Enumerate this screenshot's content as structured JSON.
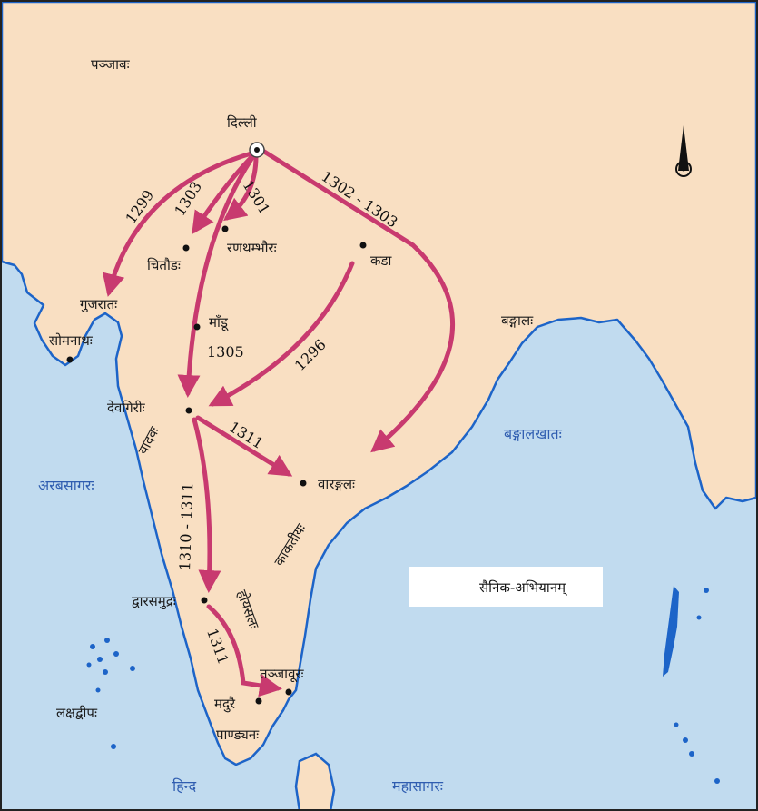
{
  "map": {
    "regions": {
      "punjab": "पञ्जाबः",
      "bengal": "बङ्गालः",
      "lakshadweep": "लक्षद्वीपः"
    },
    "cities": {
      "delhi": "दिल्ली",
      "chittor": "चितौडः",
      "ranthambhore": "रणथम्भौरः",
      "kada": "कडा",
      "gujarat": "गुजरातः",
      "somnath": "सोमनाथः",
      "mandu": "माँडू",
      "devagiri": "देवगिरीः",
      "warangal": "वारङ्गलः",
      "dwarasamudra": "द्वारसमुद्रः",
      "thanjavur": "तञ्जावूरः",
      "madurai": "मदुरै"
    },
    "dynasties": {
      "yadava": "यादवः",
      "kakatiya": "काकतीयः",
      "hoysala": "होयसलः",
      "pandya": "पाण्ड्यनः"
    },
    "seas": {
      "arabian_sea": "अरबसागरः",
      "bay_of_bengal": "बङ्गालखातः",
      "indian_ocean_1": "हिन्द",
      "indian_ocean_2": "महासागरः"
    },
    "campaign_years": {
      "gujarat": "1299",
      "chittor": "1303",
      "ranthambhore": "1301",
      "warangal_via_east": "1302 - 1303",
      "mandu": "1305",
      "kada_devagiri": "1296",
      "devagiri_warangal": "1311",
      "devagiri_dwarasamudra": "1310 - 1311",
      "dwarasamudra_madurai": "1311"
    },
    "colors": {
      "land": "#f9dfc2",
      "sea": "#c1dbef",
      "coast": "#1d64c8",
      "arrow": "#c83a6f"
    }
  },
  "legend": {
    "label": "सैनिक-अभियानम्"
  }
}
